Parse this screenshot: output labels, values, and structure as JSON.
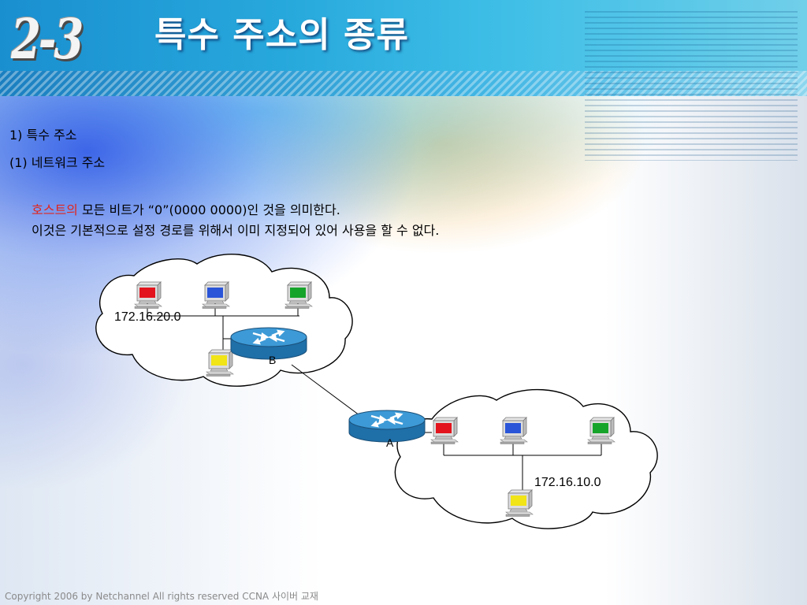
{
  "header": {
    "logo": "2-3",
    "title": "특수 주소의 종류"
  },
  "content": {
    "heading1": "1) 특수 주소",
    "heading2": "(1) 네트워크 주소",
    "line1_highlight": "호스트의",
    "line1_rest": " 모든 비트가 “0”(0000 0000)인 것을 의미한다.",
    "line2": "이것은 기본적으로 설정 경로를 위해서 이미 지정되어 있어 사용을 할 수 없다."
  },
  "diagram": {
    "network_b": "172.16.20.0",
    "network_a": "172.16.10.0",
    "router_b": "B",
    "router_a": "A",
    "colors": {
      "red_pc": "#e3141d",
      "blue_pc": "#2a55d8",
      "green_pc": "#17a42a",
      "yellow_pc": "#f1e417",
      "router": "#2d8cc9"
    }
  },
  "footer": {
    "copyright": "Copyright 2006 by Netchannel All rights reserved CCNA 사이버 교재"
  }
}
